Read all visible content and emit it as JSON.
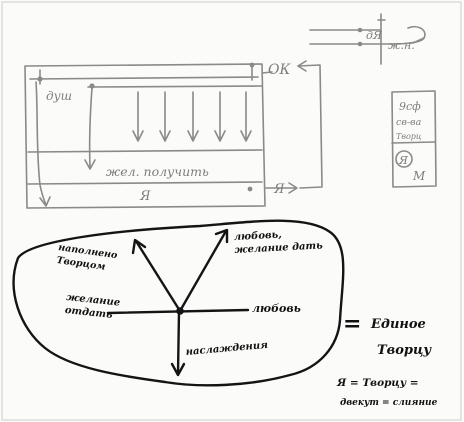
{
  "sketch": {
    "upper": {
      "label_top_left": "душ",
      "label_ok": "ОК",
      "label_band": "жел. получить",
      "label_bottom": "Я",
      "label_self_right": "Я",
      "top_right_mark_1": "дЯ",
      "top_right_mark_2": "ж.н.",
      "side_box": {
        "line_1": "9сф",
        "line_2": "св-ва",
        "line_3": "Творц",
        "circle": "Я",
        "letter": "М"
      }
    },
    "lower": {
      "label_upper_left": "наполнено Творцом",
      "label_upper_right": "любовь, желание дать",
      "label_left": "желание отдать",
      "label_right": "любовь",
      "label_down": "наслаждения",
      "equals_sign": "=",
      "equation_right": "Единое Творцу",
      "bottom_formula_1": "Я = Творцу =",
      "bottom_formula_2": "двекут = слияние"
    }
  }
}
